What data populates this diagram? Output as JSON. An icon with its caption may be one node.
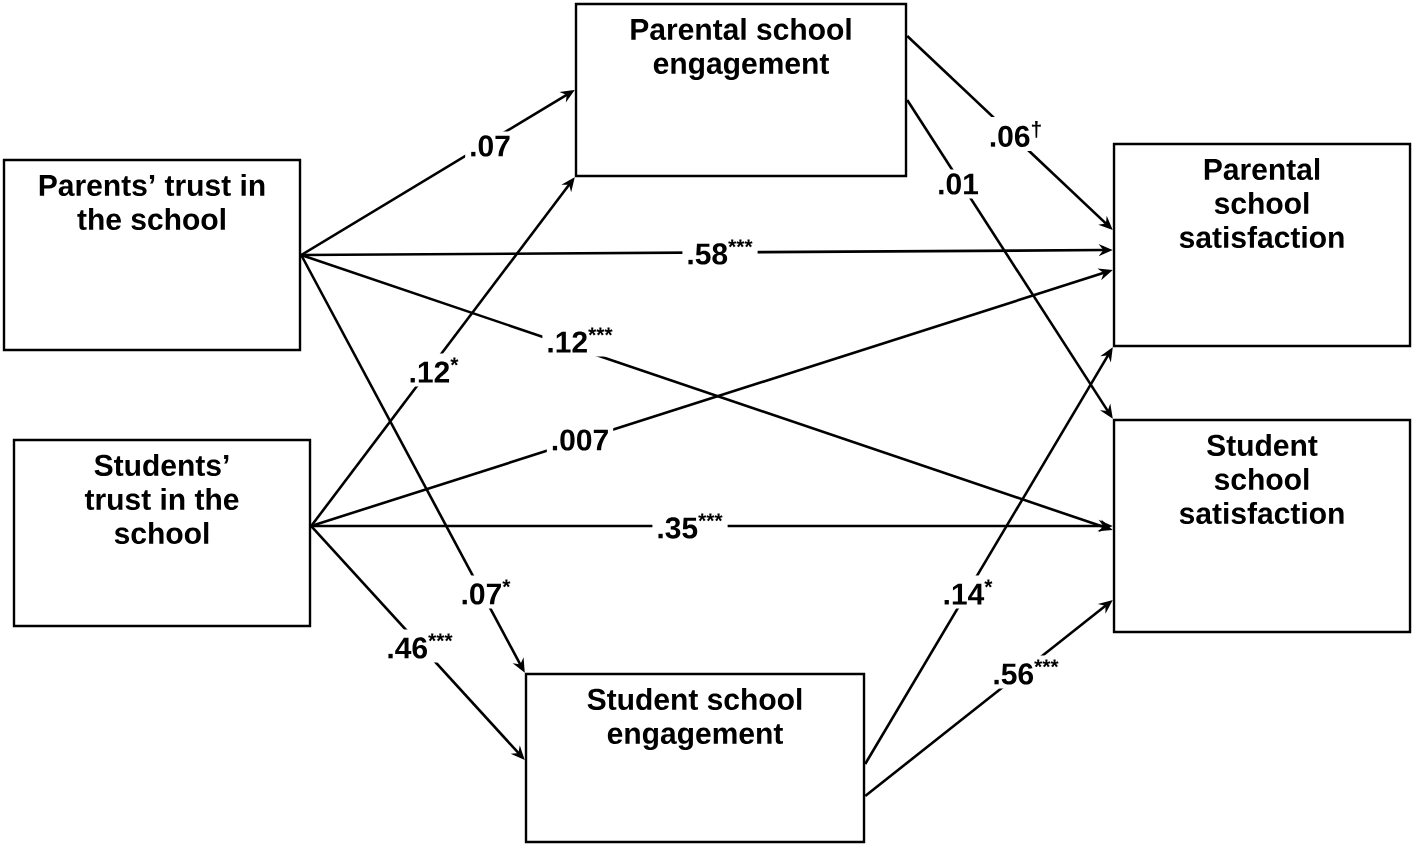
{
  "diagram": {
    "nodes": [
      {
        "text": [
          "Parents’ trust in the school"
        ]
      },
      {
        "text": [
          "Students’ trust in the school"
        ]
      },
      {
        "text": [
          "Parental school engagement"
        ]
      },
      {
        "text": [
          "Student school engagement"
        ]
      },
      {
        "text": [
          "Parental school satisfaction"
        ]
      },
      {
        "text": [
          "Student school satisfaction"
        ]
      }
    ],
    "edges": [
      {
        "from": 0,
        "to": 2,
        "arrow": "to",
        "label": ".07"
      },
      {
        "from": 0,
        "to": 4,
        "arrow": "to",
        "label": ".58$^{***}$"
      },
      {
        "from": 0,
        "to": 5,
        "arrow": "to",
        "label": ".12$^{***}$"
      },
      {
        "from": 0,
        "to": 3,
        "arrow": "to",
        "label": ".07$^{*}$"
      },
      {
        "from": 1,
        "to": 2,
        "arrow": "to",
        "label": ".12$^{*}$"
      },
      {
        "from": 1,
        "to": 4,
        "arrow": "to",
        "label": ".007"
      },
      {
        "from": 1,
        "to": 5,
        "arrow": "to",
        "label": ".35$^{***}$"
      },
      {
        "from": 1,
        "to": 3,
        "arrow": "to",
        "label": ".46$^{***}$"
      },
      {
        "from": 2,
        "to": 4,
        "arrow": "to",
        "label": ".06$^{†}$"
      },
      {
        "from": 2,
        "to": 5,
        "arrow": "to",
        "label": ".01"
      },
      {
        "from": 3,
        "to": 4,
        "arrow": "to",
        "label": ".14$^{*}$"
      },
      {
        "from": 3,
        "to": 5,
        "arrow": "to",
        "label": ".56$^{***}$"
      }
    ]
  }
}
